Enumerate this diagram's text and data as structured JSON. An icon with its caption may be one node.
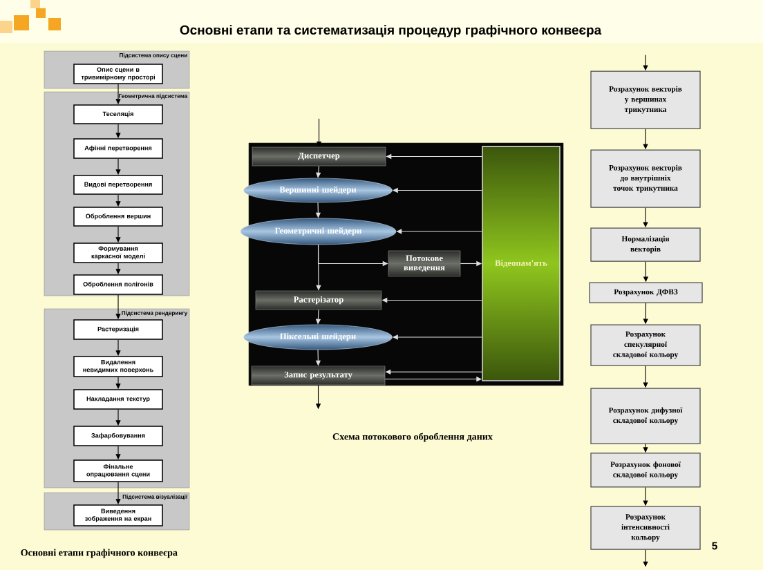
{
  "diagram": {
    "title": "Основні етапи та систематизація процедур графічного конвеєра",
    "nodes": [
      {
        "text": [
          "Підсистема опису сцени"
        ]
      },
      {
        "text": [
          "Опис сцени в тривимірному просторі"
        ],
        "in": 0
      },
      {
        "text": [
          "Геометрична підсистема"
        ]
      },
      {
        "text": [
          "Теселяція"
        ],
        "in": 2
      },
      {
        "text": [
          "Афінні перетворення"
        ],
        "in": 2
      },
      {
        "text": [
          "Видові перетворення"
        ],
        "in": 2
      },
      {
        "text": [
          "Оброблення вершин"
        ],
        "in": 2
      },
      {
        "text": [
          "Формування каркасної моделі"
        ],
        "in": 2
      },
      {
        "text": [
          "Оброблення полігонів"
        ],
        "in": 2
      },
      {
        "text": [
          "Підсистема рендерингу"
        ]
      },
      {
        "text": [
          "Растеризація"
        ],
        "in": 9
      },
      {
        "text": [
          "Видалення невидимих поверхонь"
        ],
        "in": 9
      },
      {
        "text": [
          "Накладання текстур"
        ],
        "in": 9
      },
      {
        "text": [
          "Зафарбовування"
        ],
        "in": 9
      },
      {
        "text": [
          "Фінальне опрацювання сцени"
        ],
        "in": 9
      },
      {
        "text": [
          "Підсистема візуалізації"
        ]
      },
      {
        "text": [
          "Виведення зображення на екран"
        ],
        "in": 15
      },
      {
        "text": [],
        "shape": "box"
      },
      {
        "text": [
          "Диспетчер"
        ],
        "in": 17
      },
      {
        "text": [
          "Вершинні шейдери"
        ],
        "in": 17
      },
      {
        "text": [
          "Геометричні шейдери"
        ],
        "in": 17
      },
      {
        "text": [
          "Потокове виведення"
        ],
        "in": 17
      },
      {
        "text": [
          "Растерізатор"
        ],
        "in": 17
      },
      {
        "text": [
          "Піксельні шейдери"
        ],
        "in": 17
      },
      {
        "text": [
          "Запис результату"
        ],
        "in": 17
      },
      {
        "text": [
          "Відеопам'ять"
        ],
        "in": 17
      },
      {
        "text": [
          "Розрахунок векторів у вершинах трикутника"
        ]
      },
      {
        "text": [
          "Розрахунок векторів до внутрішніх точок трикутника"
        ]
      },
      {
        "text": [
          "Нормалізація векторів"
        ]
      },
      {
        "text": [
          "Розрахунок ДФВЗ"
        ]
      },
      {
        "text": [
          "Розрахунок спекулярної складової кольору"
        ]
      },
      {
        "text": [
          "Розрахунок дифузної складової кольору"
        ]
      },
      {
        "text": [
          "Розрахунок фонової складової кольору"
        ]
      },
      {
        "text": [
          "Розрахунок інтенсивності кольору"
        ]
      }
    ],
    "edges": [
      {
        "from": 1,
        "to": 3,
        "arrow": "to"
      },
      {
        "from": 3,
        "to": 4,
        "arrow": "to"
      },
      {
        "from": 4,
        "to": 5,
        "arrow": "to"
      },
      {
        "from": 5,
        "to": 6,
        "arrow": "to"
      },
      {
        "from": 6,
        "to": 7,
        "arrow": "to"
      },
      {
        "from": 7,
        "to": 8,
        "arrow": "to"
      },
      {
        "from": 8,
        "to": 10,
        "arrow": "to"
      },
      {
        "from": 10,
        "to": 11,
        "arrow": "to"
      },
      {
        "from": 11,
        "to": 12,
        "arrow": "to"
      },
      {
        "from": 12,
        "to": 13,
        "arrow": "to"
      },
      {
        "from": 13,
        "to": 14,
        "arrow": "to"
      },
      {
        "from": 14,
        "to": 16,
        "arrow": "to"
      },
      {
        "from": null,
        "to": 18,
        "arrow": "to"
      },
      {
        "from": 18,
        "to": 19,
        "arrow": "to",
        "color": "#e0e0e0"
      },
      {
        "from": 19,
        "to": 20,
        "arrow": "to",
        "color": "#e0e0e0"
      },
      {
        "from": 20,
        "to": 21,
        "arrow": "to",
        "color": "#e0e0e0"
      },
      {
        "from": 20,
        "to": 22,
        "arrow": "to",
        "color": "#e0e0e0"
      },
      {
        "from": 21,
        "to": 25,
        "arrow": "to",
        "color": "#e0e0e0"
      },
      {
        "from": 22,
        "to": 23,
        "arrow": "to",
        "color": "#e0e0e0"
      },
      {
        "from": 23,
        "to": 24,
        "arrow": "to",
        "color": "#e0e0e0"
      },
      {
        "from": 24,
        "to": null,
        "arrow": "to"
      },
      {
        "from": 25,
        "to": 18,
        "arrow": "to",
        "color": "#e0e0e0"
      },
      {
        "from": 25,
        "to": 19,
        "arrow": "to",
        "color": "#e0e0e0"
      },
      {
        "from": 25,
        "to": 20,
        "arrow": "to",
        "color": "#e0e0e0"
      },
      {
        "from": 25,
        "to": 22,
        "arrow": "to",
        "color": "#e0e0e0"
      },
      {
        "from": 25,
        "to": 23,
        "arrow": "to",
        "color": "#e0e0e0"
      },
      {
        "from": 25,
        "to": 24,
        "arrow": "to",
        "color": "#e0e0e0"
      },
      {
        "from": 24,
        "to": 25,
        "arrow": "to",
        "color": "#e0e0e0"
      },
      {
        "from": null,
        "to": 26,
        "arrow": "to"
      },
      {
        "from": 26,
        "to": 27,
        "arrow": "to"
      },
      {
        "from": 27,
        "to": 28,
        "arrow": "to"
      },
      {
        "from": 28,
        "to": 29,
        "arrow": "to"
      },
      {
        "from": 29,
        "to": 30,
        "arrow": "to"
      },
      {
        "from": 30,
        "to": 31,
        "arrow": "to"
      },
      {
        "from": 31,
        "to": 32,
        "arrow": "to"
      },
      {
        "from": 32,
        "to": 33,
        "arrow": "to"
      },
      {
        "from": 33,
        "to": null,
        "arrow": "to"
      }
    ],
    "labels": [
      "Основні етапи графічного конвеєра",
      "Схема потокового оброблення даних",
      "5"
    ]
  }
}
